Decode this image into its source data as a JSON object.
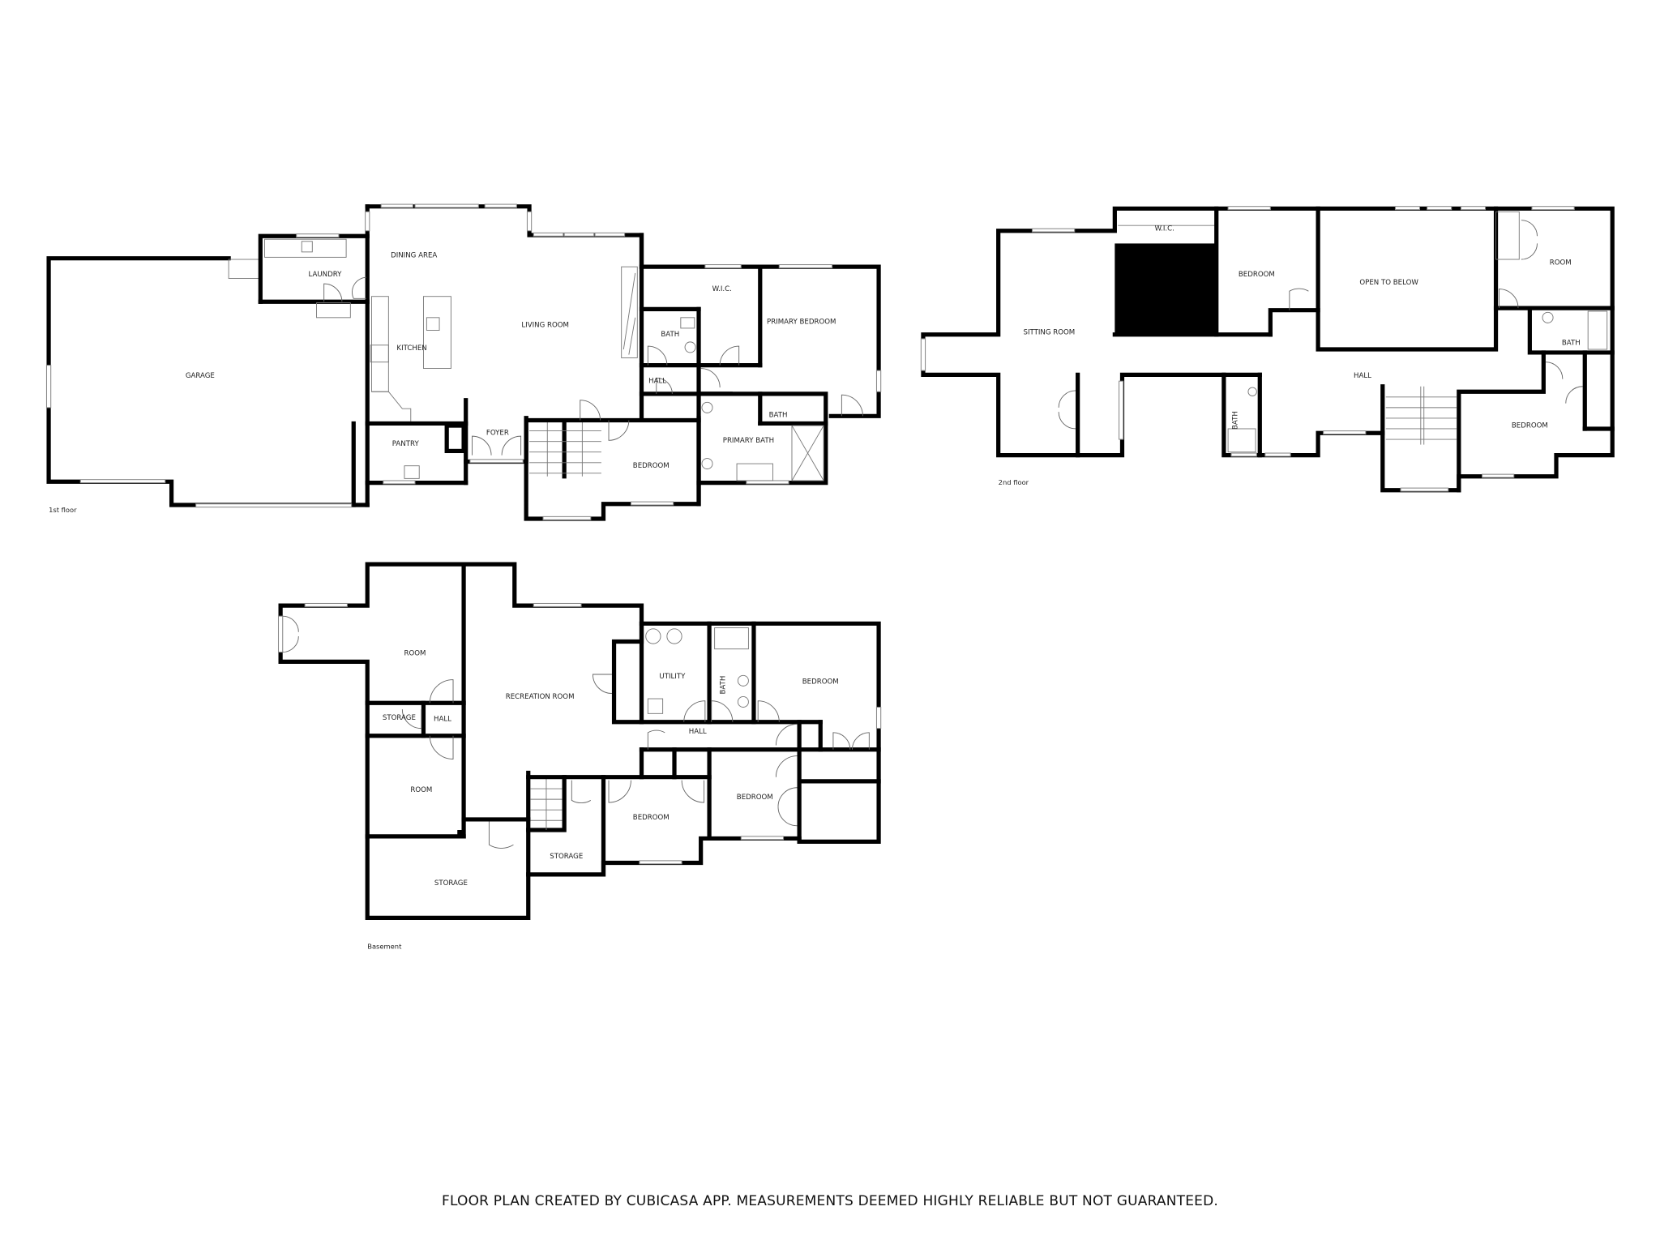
{
  "document": {
    "type": "floor plan",
    "footer": "FLOOR PLAN CREATED BY CUBICASA APP. MEASUREMENTS DEEMED HIGHLY RELIABLE BUT NOT GUARANTEED."
  },
  "floors": {
    "first": {
      "label": "1st floor",
      "rooms": {
        "garage": "GARAGE",
        "laundry": "LAUNDRY",
        "dining": "DINING AREA",
        "kitchen": "KITCHEN",
        "living": "LIVING ROOM",
        "pantry": "PANTRY",
        "foyer": "FOYER",
        "wic": "W.I.C.",
        "bath": "BATH",
        "primary_bedroom": "PRIMARY BEDROOM",
        "hall": "HALL",
        "primary_bath": "PRIMARY BATH",
        "bath2": "BATH",
        "bedroom": "BEDROOM"
      }
    },
    "second": {
      "label": "2nd floor",
      "rooms": {
        "wic": "W.I.C.",
        "bedroom1": "BEDROOM",
        "open_to_below": "OPEN TO BELOW",
        "room": "ROOM",
        "sitting": "SITTING ROOM",
        "hall": "HALL",
        "bath1": "BATH",
        "bath2": "BATH",
        "bedroom2": "BEDROOM"
      }
    },
    "basement": {
      "label": "Basement",
      "rooms": {
        "room1": "ROOM",
        "recreation": "RECREATION ROOM",
        "utility": "UTILITY",
        "bath": "BATH",
        "bedroom1": "BEDROOM",
        "storage1": "STORAGE",
        "hall1": "HALL",
        "hall2": "HALL",
        "room2": "ROOM",
        "bedroom2": "BEDROOM",
        "bedroom3": "BEDROOM",
        "storage2": "STORAGE",
        "storage3": "STORAGE"
      }
    }
  }
}
